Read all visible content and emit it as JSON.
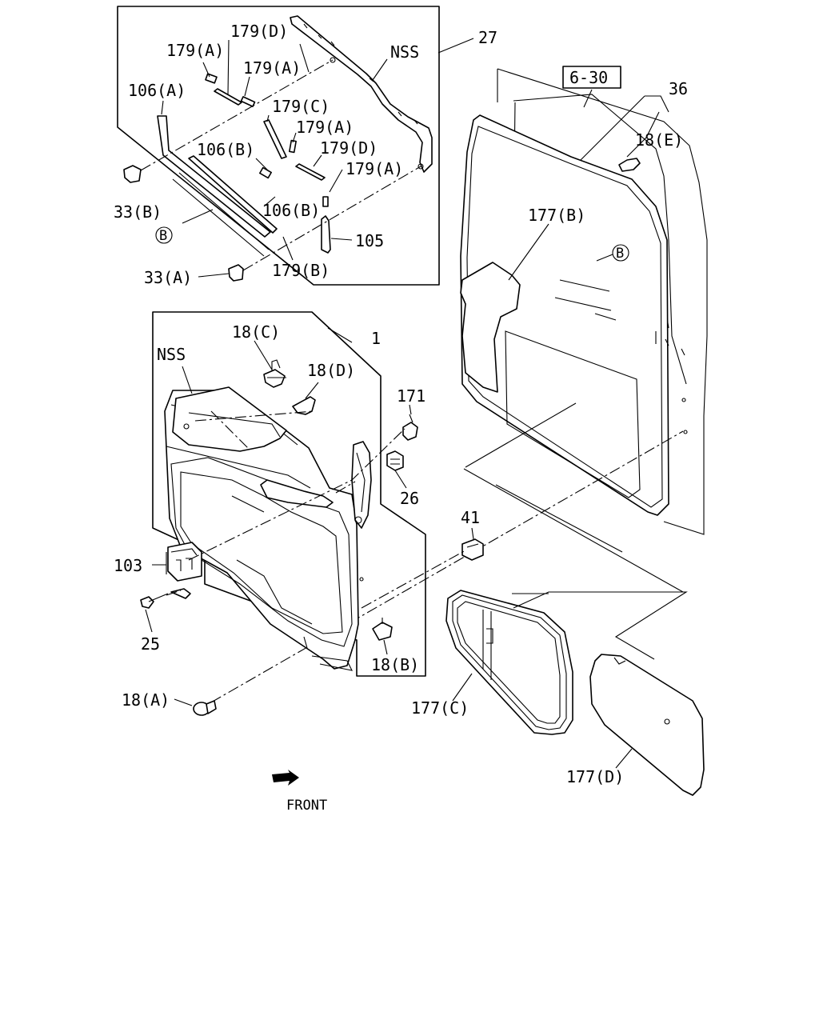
{
  "labels": {
    "l_179d_top": "179(D)",
    "l_179a_1": "179(A)",
    "l_nss_top": "NSS",
    "l_27": "27",
    "l_179a_2": "179(A)",
    "l_106a": "106(A)",
    "l_179c": "179(C)",
    "l_179a_3": "179(A)",
    "l_106b_1": "106(B)",
    "l_179d_2": "179(D)",
    "l_179a_4": "179(A)",
    "l_33b": "33(B)",
    "l_106b_2": "106(B)",
    "l_b_circle_1": "B",
    "l_105": "105",
    "l_179b": "179(B)",
    "l_33a": "33(A)",
    "l_6_30": "6-30",
    "l_36": "36",
    "l_18e": "18(E)",
    "l_177b": "177(B)",
    "l_b_circle_2": "B",
    "l_18c": "18(C)",
    "l_1": "1",
    "l_nss_mid": "NSS",
    "l_18d": "18(D)",
    "l_171": "171",
    "l_26": "26",
    "l_41": "41",
    "l_103": "103",
    "l_25": "25",
    "l_18b": "18(B)",
    "l_18a": "18(A)",
    "l_177c": "177(C)",
    "l_177d": "177(D)",
    "l_front": "FRONT"
  }
}
